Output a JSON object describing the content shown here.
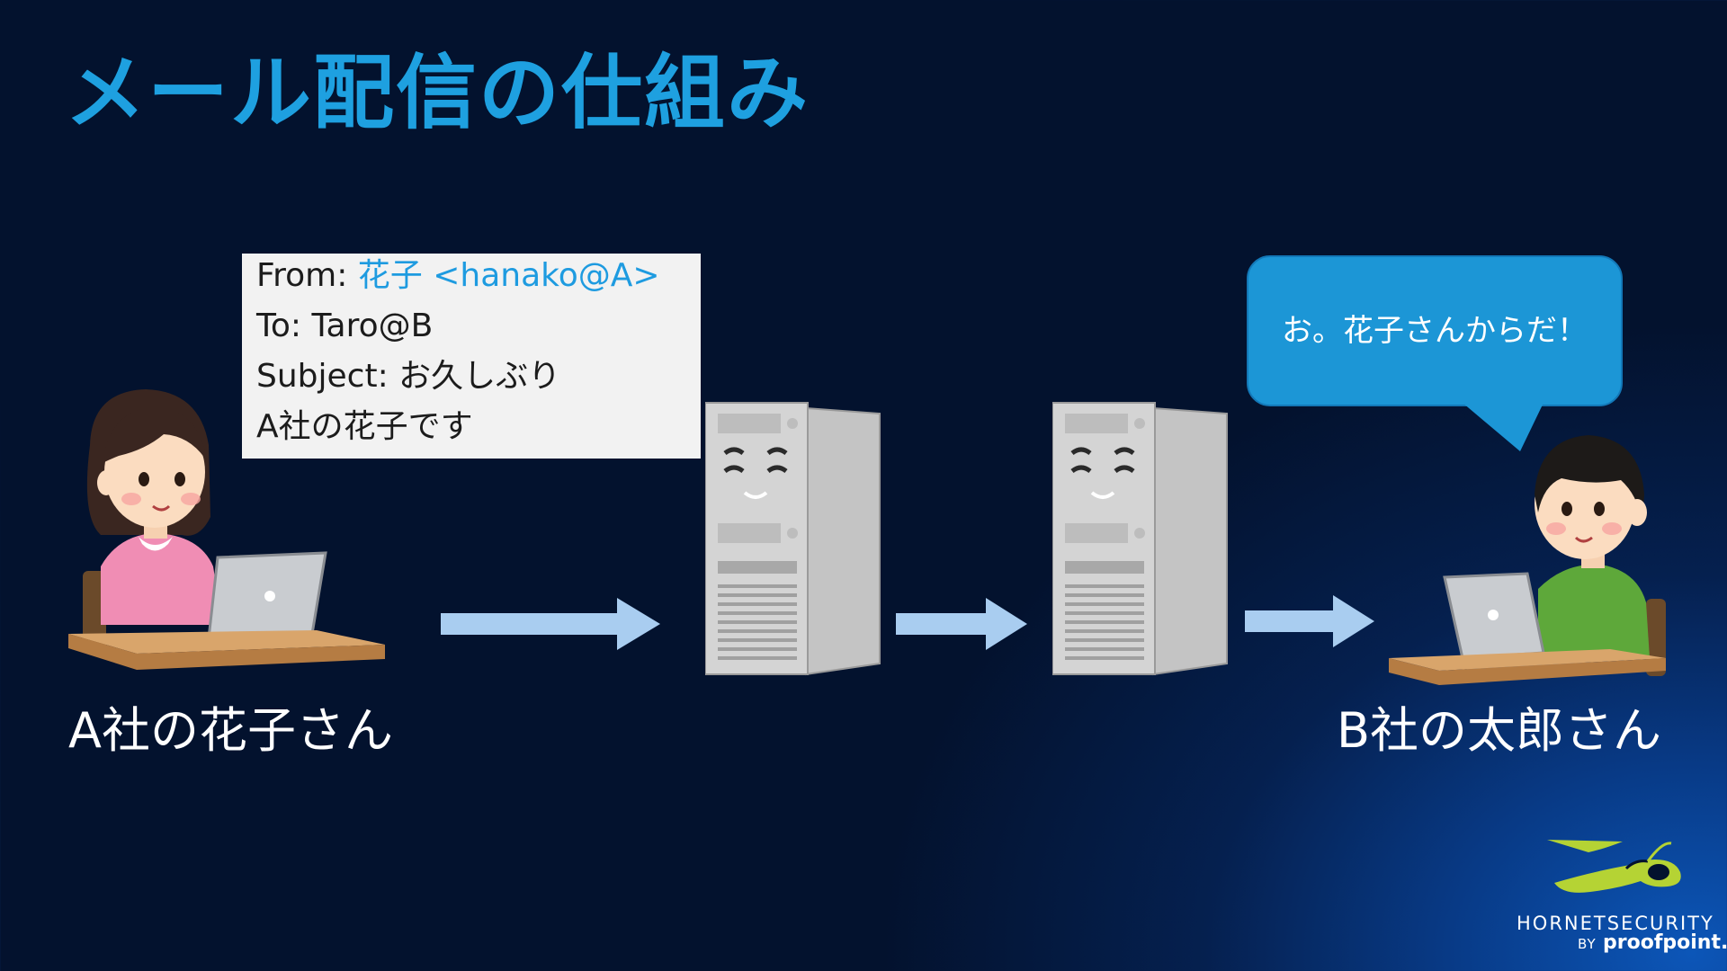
{
  "title": "メール配信の仕組み",
  "email": {
    "from_label": "From: ",
    "from_value": "花子 <hanako@A>",
    "to_line": "To: Taro@B",
    "subject_label": "Subject: ",
    "subject_value": "お久しぶり",
    "body_line": "A社の花子です"
  },
  "sender_label": "A社の花子さん",
  "receiver_label": "B社の太郎さん",
  "speech_bubble": "お。花子さんからだ！",
  "logo": {
    "name": "HORNETSECURITY",
    "by": "BY",
    "partner": "proofpoint."
  },
  "colors": {
    "title": "#1ea0e0",
    "arrow": "#a9cdf0",
    "bubble": "#1c96d6",
    "logo_green": "#b5d334"
  }
}
